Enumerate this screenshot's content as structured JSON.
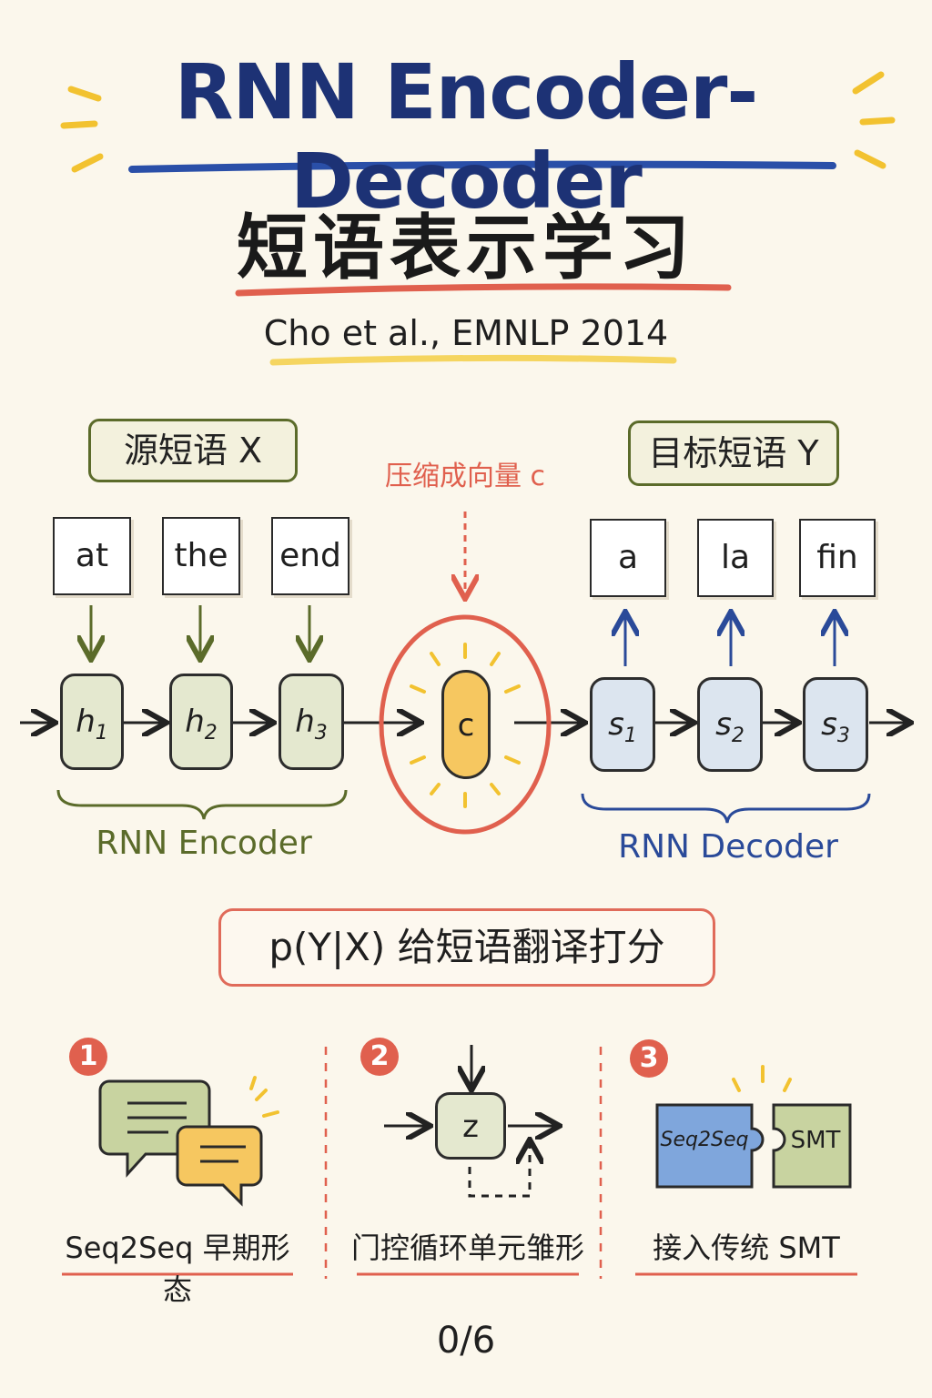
{
  "header": {
    "title": "RNN Encoder-Decoder",
    "subtitle": "短语表示学习",
    "citation": "Cho et al., EMNLP 2014"
  },
  "diagram": {
    "source_label": "源短语 X",
    "target_label": "目标短语 Y",
    "compress_label": "压缩成向量 c",
    "source_words": [
      "at",
      "the",
      "end"
    ],
    "target_words": [
      "a",
      "la",
      "fin"
    ],
    "encoder_states": [
      {
        "base": "h",
        "sub": "1"
      },
      {
        "base": "h",
        "sub": "2"
      },
      {
        "base": "h",
        "sub": "3"
      }
    ],
    "decoder_states": [
      {
        "base": "s",
        "sub": "1"
      },
      {
        "base": "s",
        "sub": "2"
      },
      {
        "base": "s",
        "sub": "3"
      }
    ],
    "context": "c",
    "encoder_label": "RNN Encoder",
    "decoder_label": "RNN Decoder"
  },
  "formula": "p(Y|X) 给短语翻译打分",
  "points": [
    {
      "num": "1",
      "caption": "Seq2Seq 早期形态"
    },
    {
      "num": "2",
      "caption": "门控循环单元雏形",
      "gate": "z"
    },
    {
      "num": "3",
      "caption": "接入传统 SMT",
      "left_piece": "Seq2Seq",
      "right_piece": "SMT"
    }
  ],
  "page_indicator": "0/6",
  "colors": {
    "title": "#1d3275",
    "accent_red": "#e0604e",
    "encoder_green": "#5b6b2a",
    "decoder_blue": "#2a4a99",
    "context_yellow": "#f6c760"
  }
}
